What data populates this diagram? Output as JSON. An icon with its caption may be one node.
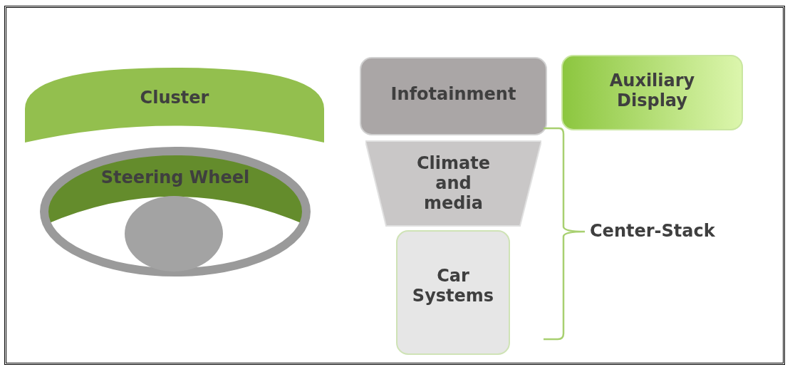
{
  "diagram": {
    "nodes": [
      {
        "text": [
          "Cluster"
        ]
      },
      {
        "text": [
          "Steering Wheel"
        ]
      },
      {
        "text": [],
        "shape": "circle",
        "in": 1
      },
      {
        "text": [
          "Infotainment"
        ]
      },
      {
        "text": [
          "Auxiliary Display"
        ]
      },
      {
        "text": [
          "Climate and media"
        ]
      },
      {
        "text": [
          "Car Systems"
        ]
      }
    ],
    "labels": [
      "Center-Stack"
    ]
  }
}
